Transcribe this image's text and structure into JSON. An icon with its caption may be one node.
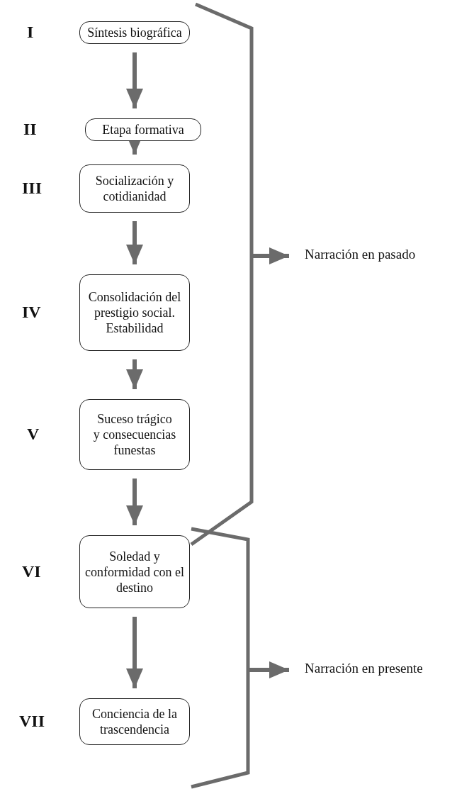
{
  "diagram": {
    "nodes": [
      {
        "text": [
          "Síntesis biográfica"
        ],
        "beside": [
          "I"
        ]
      },
      {
        "text": [
          "Etapa formativa"
        ],
        "beside": [
          "II"
        ]
      },
      {
        "text": [
          "Socialización y cotidianidad"
        ],
        "beside": [
          "III"
        ]
      },
      {
        "text": [
          "Consolidación del prestigio social. Estabilidad"
        ],
        "beside": [
          "IV"
        ]
      },
      {
        "text": [
          "Suceso trágico y consecuencias funestas"
        ],
        "beside": [
          "V"
        ]
      },
      {
        "text": [
          "Soledad y conformidad con el destino"
        ],
        "beside": [
          "VI"
        ]
      },
      {
        "text": [
          "Conciencia de la trascendencia"
        ],
        "beside": [
          "VII"
        ]
      },
      {
        "text": [
          "Narración en pasado"
        ]
      },
      {
        "text": [
          "Narración en presente"
        ]
      },
      {
        "text": [],
        "shape": "bracket"
      },
      {
        "text": [],
        "shape": "bracket"
      }
    ],
    "edges": [
      {
        "from": 0,
        "to": 1,
        "arrow": "to"
      },
      {
        "from": 1,
        "to": 2,
        "arrow": "to"
      },
      {
        "from": 2,
        "to": 3,
        "arrow": "to"
      },
      {
        "from": 3,
        "to": 4,
        "arrow": "to"
      },
      {
        "from": 4,
        "to": 5,
        "arrow": "to"
      },
      {
        "from": 5,
        "to": 6,
        "arrow": "to"
      },
      {
        "from": 9,
        "to": 7,
        "arrow": "to"
      },
      {
        "from": 10,
        "to": 8,
        "arrow": "to"
      }
    ]
  }
}
